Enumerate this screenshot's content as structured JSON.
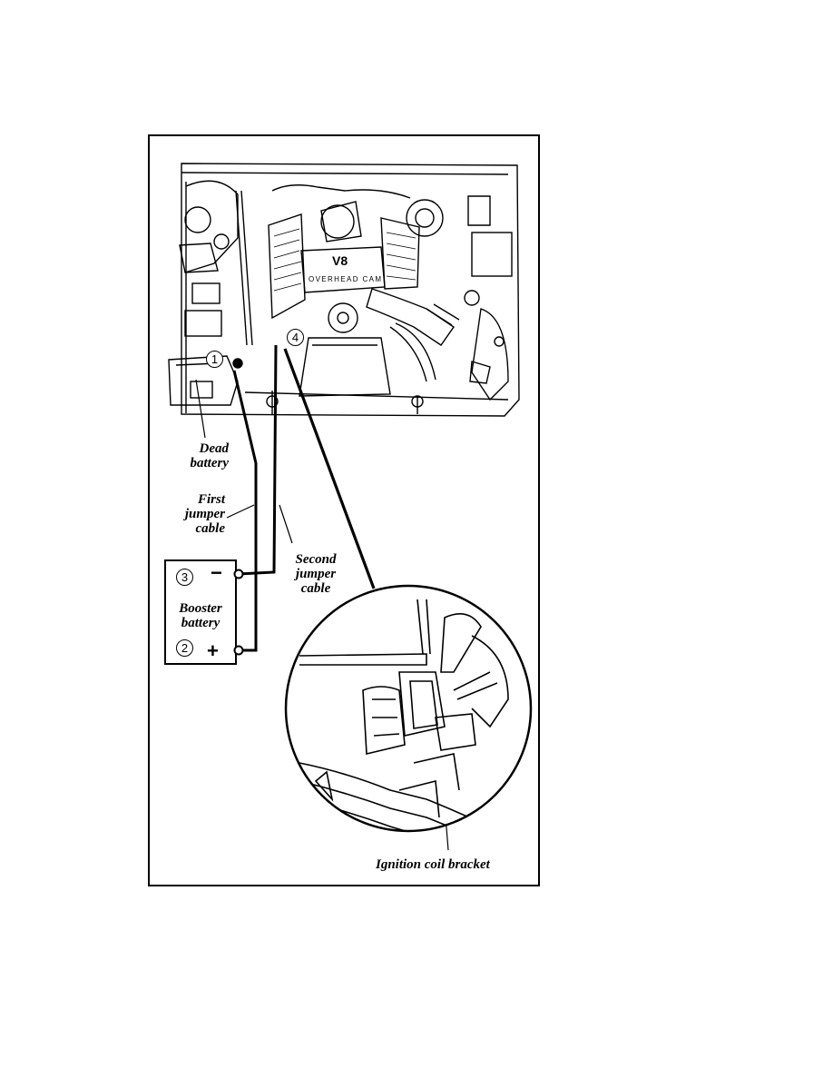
{
  "labels": {
    "dead_battery": "Dead battery",
    "first_cable": "First jumper cable",
    "second_cable": "Second jumper cable",
    "booster_battery": "Booster battery",
    "ignition_bracket": "Ignition coil bracket",
    "engine_badge_top": "V8",
    "engine_badge_bottom": "OVERHEAD CAM"
  },
  "steps": {
    "step1": "1",
    "step2": "2",
    "step3": "3",
    "step4": "4"
  },
  "terminals": {
    "negative": "−",
    "positive": "+"
  }
}
